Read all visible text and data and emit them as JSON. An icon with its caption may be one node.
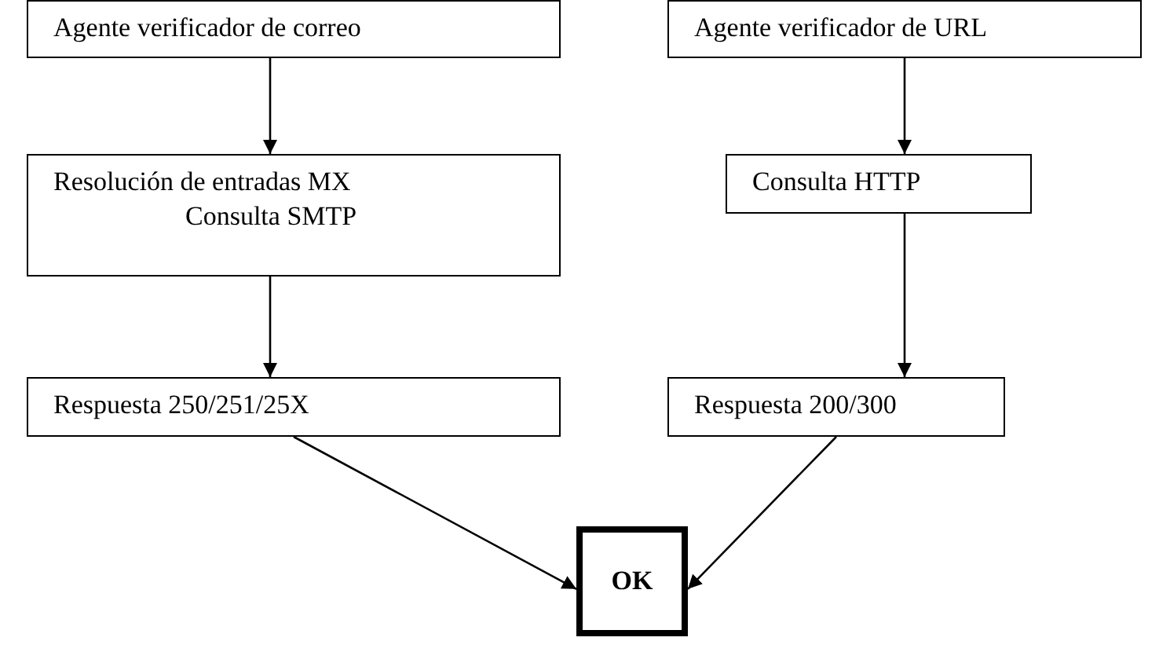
{
  "diagram": {
    "nodes": [
      {
        "text": [
          "Agente verificador de correo"
        ]
      },
      {
        "text": [
          "Agente verificador de URL"
        ]
      },
      {
        "text": [
          "Resolución de entradas MX",
          "Consulta SMTP"
        ]
      },
      {
        "text": [
          "Consulta HTTP"
        ]
      },
      {
        "text": [
          "Respuesta 250/251/25X"
        ]
      },
      {
        "text": [
          "Respuesta 200/300"
        ]
      },
      {
        "text": [
          "OK"
        ]
      }
    ],
    "edges": [
      {
        "from": 0,
        "to": 2,
        "arrow": "to"
      },
      {
        "from": 1,
        "to": 3,
        "arrow": "to"
      },
      {
        "from": 2,
        "to": 4,
        "arrow": "to"
      },
      {
        "from": 3,
        "to": 5,
        "arrow": "to"
      },
      {
        "from": 4,
        "to": 6,
        "arrow": "to"
      },
      {
        "from": 5,
        "to": 6,
        "arrow": "to"
      }
    ]
  }
}
